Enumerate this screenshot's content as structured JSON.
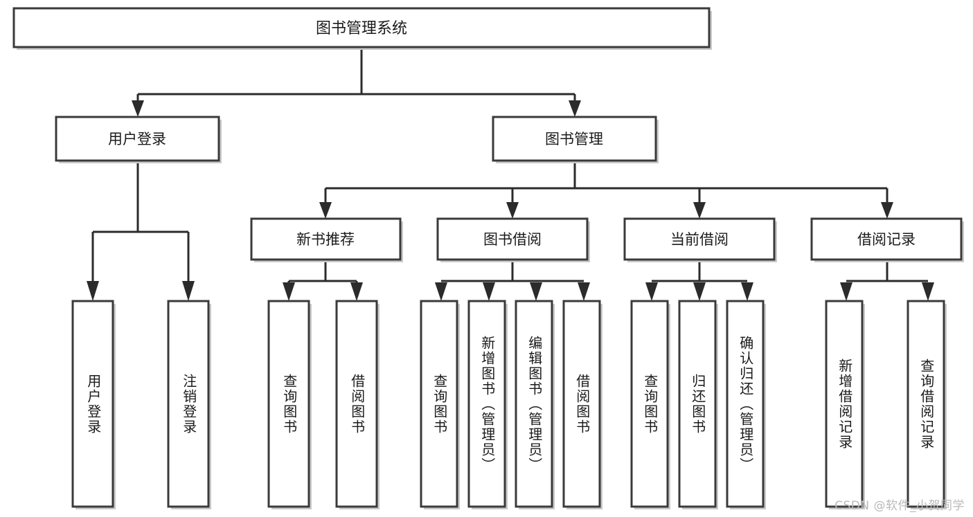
{
  "diagram": {
    "type": "tree-hierarchy",
    "title_text": "图书管理系统",
    "colors": {
      "box_stroke": "#3a3a3a",
      "box_fill": "#ffffff",
      "connector": "#2b2b2b",
      "text": "#1a1a1a",
      "watermark": "#b9b9b9",
      "background": "#ffffff"
    },
    "root": {
      "label": "图书管理系统",
      "orientation": "horizontal"
    },
    "level2": [
      {
        "label": "用户登录",
        "orientation": "horizontal"
      },
      {
        "label": "图书管理",
        "orientation": "horizontal"
      }
    ],
    "level3": [
      {
        "label": "新书推荐",
        "orientation": "horizontal"
      },
      {
        "label": "图书借阅",
        "orientation": "horizontal"
      },
      {
        "label": "当前借阅",
        "orientation": "horizontal"
      },
      {
        "label": "借阅记录",
        "orientation": "horizontal"
      }
    ],
    "leaves": {
      "user_login": [
        {
          "label": "用户登录",
          "orientation": "vertical"
        },
        {
          "label": "注销登录",
          "orientation": "vertical"
        }
      ],
      "new_book_recommend": [
        {
          "label": "查询图书",
          "orientation": "vertical"
        },
        {
          "label": "借阅图书",
          "orientation": "vertical"
        }
      ],
      "book_borrow": [
        {
          "label": "查询图书",
          "orientation": "vertical"
        },
        {
          "label": "新增图书（管理员）",
          "orientation": "vertical"
        },
        {
          "label": "编辑图书（管理员）",
          "orientation": "vertical"
        },
        {
          "label": "借阅图书",
          "orientation": "vertical"
        }
      ],
      "current_borrow": [
        {
          "label": "查询图书",
          "orientation": "vertical"
        },
        {
          "label": "归还图书",
          "orientation": "vertical"
        },
        {
          "label": "确认归还（管理员）",
          "orientation": "vertical"
        }
      ],
      "borrow_record": [
        {
          "label": "新增借阅记录",
          "orientation": "vertical"
        },
        {
          "label": "查询借阅记录",
          "orientation": "vertical"
        }
      ]
    },
    "watermark": "CSDN @软件_小贺同学"
  }
}
